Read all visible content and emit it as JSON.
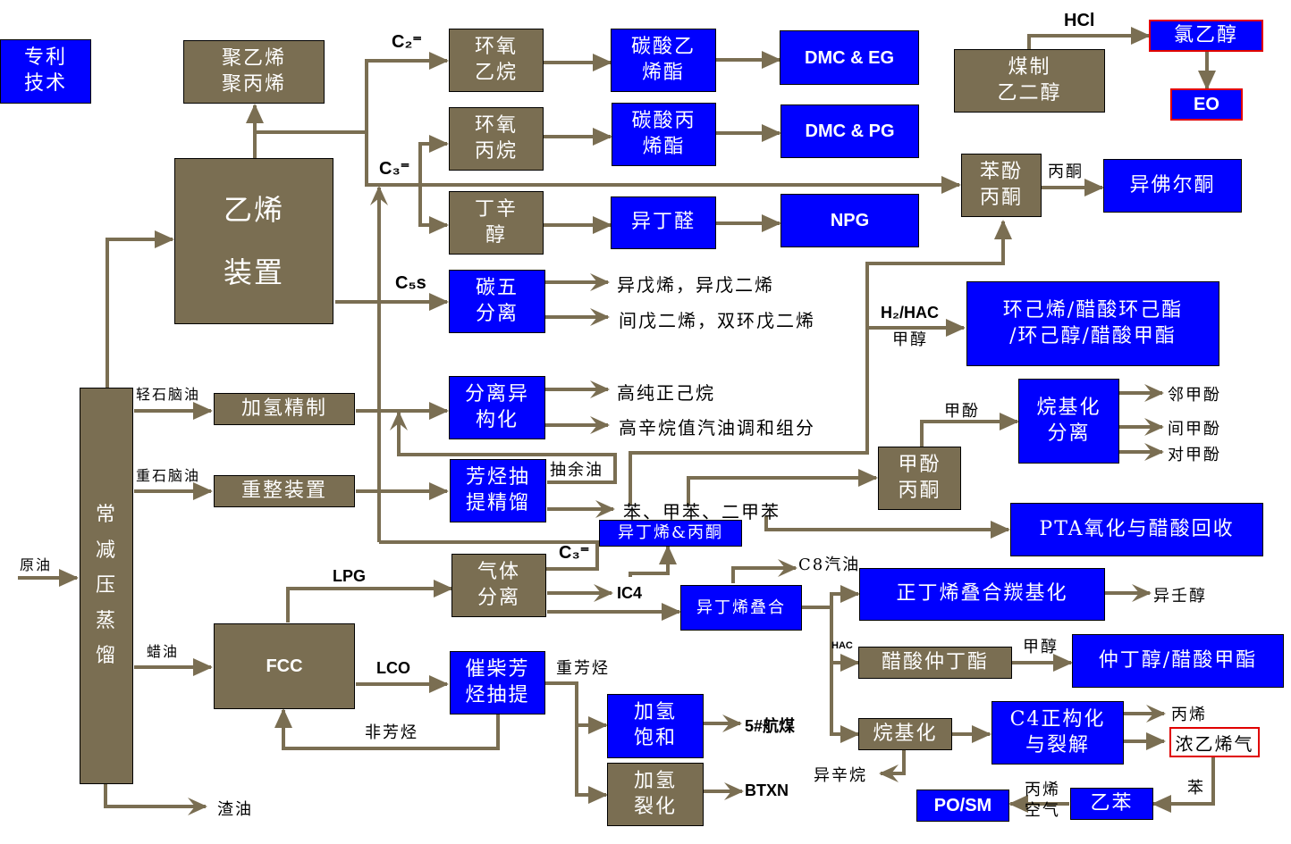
{
  "title": "专利技术",
  "colors": {
    "process_unit": "#7a6e52",
    "patent_tech": "#0000ff",
    "arrow": "#7a6e52",
    "highlight_border": "#e00000"
  },
  "nodes": {
    "patent_legend": "专利\n技术",
    "atm_vac": "常\n减\n压\n蒸\n馏",
    "ethylene_unit": "乙烯\n装置",
    "pe_pp": "聚乙烯\n聚丙烯",
    "eo": "环氧\n乙烷",
    "ec": "碳酸乙\n烯酯",
    "dmc_eg": "DMC & EG",
    "po": "环氧\n丙烷",
    "pc": "碳酸丙\n烯酯",
    "dmc_pg": "DMC & PG",
    "butanol_octanol": "丁辛\n醇",
    "isobutyraldehyde": "异丁醛",
    "npg": "NPG",
    "coal_eg": "煤制\n乙二醇",
    "chloroethanol": "氯乙醇",
    "eo_out": "EO",
    "phenol_acetone": "苯酚\n丙酮",
    "isophorone": "异佛尔酮",
    "c5_sep": "碳五\n分离",
    "cyclohexene": "环己烯/醋酸环己酯\n/环己醇/醋酸甲酯",
    "hydrotreat": "加氢精制",
    "sep_isom": "分离异\n构化",
    "alkyl_sep": "烷基化\n分离",
    "reformer": "重整装置",
    "aromatics_extract": "芳烃抽\n提精馏",
    "cresol_acetone": "甲酚\n丙酮",
    "pta": "PTA氧化与醋酸回收",
    "isobutene_acetone": "异丁烯&丙酮",
    "gas_sep": "气体\n分离",
    "isobutene_oligo": "异丁烯叠合",
    "nbutene_oligo": "正丁烯叠合羰基化",
    "fcc": "FCC",
    "sec_butyl_acetate": "醋酸仲丁酯",
    "sec_butanol": "仲丁醇/醋酸甲酯",
    "lco_extract": "催柴芳\n烃抽提",
    "hydro_sat": "加氢\n饱和",
    "hydro_crack": "加氢\n裂化",
    "alkylation": "烷基化",
    "c4_isom": "C4正构化\n与裂解",
    "conc_ethylene": "浓乙烯气",
    "ethylbenzene": "乙苯",
    "po_sm": "PO/SM"
  },
  "labels": {
    "c2": "C₂⁼",
    "c3_top": "C₃⁼",
    "hcl": "HCl",
    "acetone_top": "丙酮",
    "c5s": "C₅s",
    "isopentene": "异戊烯，异戊二烯",
    "piperylene": "间戊二烯，双环戊二烯",
    "h2_hac": "H₂/HAC",
    "methanol1": "甲醇",
    "light_naphtha": "轻石脑油",
    "n_hexane": "高纯正己烷",
    "octane_blend": "高辛烷值汽油调和组分",
    "cresol": "甲酚",
    "o_cresol": "邻甲酚",
    "m_cresol": "间甲酚",
    "p_cresol": "对甲酚",
    "heavy_naphtha": "重石脑油",
    "raffinate": "抽余油",
    "btx": "苯、甲苯、二甲苯",
    "crude": "原油",
    "c3_mid": "C₃⁼",
    "lpg": "LPG",
    "ic4": "IC4",
    "c8_gasoline": "C8汽油",
    "isononanol": "异壬醇",
    "wax_oil": "蜡油",
    "lco": "LCO",
    "hac": "HAC",
    "methanol2": "甲醇",
    "heavy_aromatics": "重芳烃",
    "jet_fuel": "5#航煤",
    "non_aromatics": "非芳烃",
    "propylene": "丙烯",
    "isooctane": "异辛烷",
    "benzene": "苯",
    "propylene_air": "丙烯\n空气",
    "btxn": "BTXN",
    "residue": "渣油"
  }
}
